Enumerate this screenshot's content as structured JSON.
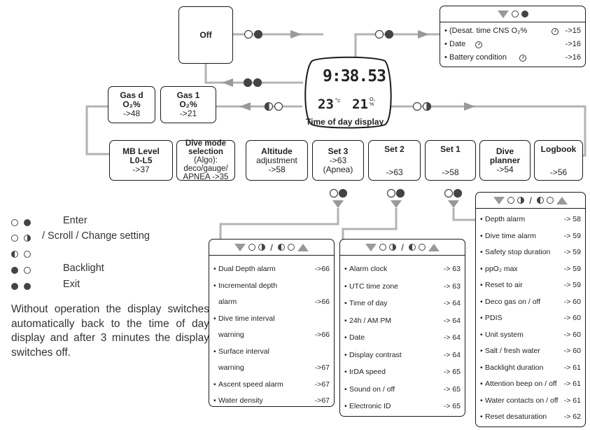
{
  "colors": {
    "line": "#b3b3b3",
    "arrow": "#999999",
    "border": "#1a1a1a"
  },
  "off_box": {
    "label": "Off"
  },
  "display": {
    "time": "9:38.53",
    "temp": "23",
    "temp_unit": "°c",
    "o2": "21",
    "o2_unit": "O₂ %",
    "caption": "Time of day display"
  },
  "top_panel": {
    "items": [
      {
        "label": "(Desat. time CNS O₂%",
        "icon": "clock-icon",
        "page": "->15"
      },
      {
        "label": "Date",
        "icon": "clock-icon",
        "page": "->16"
      },
      {
        "label": "Battery condition",
        "icon": "clock-icon",
        "page": "->16"
      }
    ]
  },
  "gas_boxes": [
    {
      "line1": "Gas d",
      "line2": "O₂%",
      "page": "->48"
    },
    {
      "line1": "Gas 1",
      "line2": "O₂%",
      "page": "->21"
    }
  ],
  "menu_boxes": [
    {
      "bold": "MB Level",
      "bold2": "L0-L5",
      "text": "",
      "page": "->37"
    },
    {
      "bold": "Dive mode",
      "bold2": "selection",
      "text": "(Algo): deco/gauge/ APNEA ->35",
      "page": ""
    },
    {
      "bold": "Altitude",
      "bold2": "",
      "text": "adjustment",
      "page": "->58"
    },
    {
      "bold": "Set 3",
      "bold2": "",
      "text": "->63",
      "page": "(Apnea)"
    },
    {
      "bold": "Set 2",
      "bold2": "",
      "text": "",
      "page": "->63"
    },
    {
      "bold": "Set 1",
      "bold2": "",
      "text": "",
      "page": "->58"
    },
    {
      "bold": "Dive",
      "bold2": "planner",
      "text": "",
      "page": "->54"
    },
    {
      "bold": "Logbook",
      "bold2": "",
      "text": "",
      "page": "->56"
    }
  ],
  "legend": [
    {
      "symbols": "enter",
      "label": "Enter"
    },
    {
      "symbols": "scroll",
      "label": "/  Scroll / Change setting"
    },
    {
      "symbols": "scroll2",
      "label": ""
    },
    {
      "symbols": "backlight",
      "label": "Backlight"
    },
    {
      "symbols": "exit",
      "label": "Exit"
    }
  ],
  "note": "Without operation the display switches automatically back to the time of day display and after 3 minutes the display switches off.",
  "set3_panel": {
    "items": [
      {
        "label": "Dual Depth alarm",
        "page": "->66",
        "bullet": true
      },
      {
        "label": "Incremental depth",
        "page": "",
        "bullet": true
      },
      {
        "label": "alarm",
        "page": "->66",
        "bullet": false
      },
      {
        "label": "Dive time interval",
        "page": "",
        "bullet": true
      },
      {
        "label": "warning",
        "page": "->66",
        "bullet": false
      },
      {
        "label": "Surface interval",
        "page": "",
        "bullet": true
      },
      {
        "label": "warning",
        "page": "->67",
        "bullet": false
      },
      {
        "label": "Ascent speed alarm",
        "page": "->67",
        "bullet": true
      },
      {
        "label": "Water density",
        "page": "->67",
        "bullet": true
      }
    ]
  },
  "set2_panel": {
    "items": [
      {
        "label": "Alarm clock",
        "page": "-> 63"
      },
      {
        "label": "UTC time zone",
        "page": "-> 63"
      },
      {
        "label": "Time of day",
        "page": "-> 64"
      },
      {
        "label": "24h / AM PM",
        "page": "-> 64"
      },
      {
        "label": "Date",
        "page": "-> 64"
      },
      {
        "label": "Display contrast",
        "page": "-> 64"
      },
      {
        "label": "IrDA speed",
        "page": "-> 65"
      },
      {
        "label": "Sound on / off",
        "page": "-> 65"
      },
      {
        "label": "Electronic ID",
        "page": "-> 65"
      }
    ]
  },
  "set1_panel": {
    "items": [
      {
        "label": "Depth alarm",
        "page": "-> 58"
      },
      {
        "label": "Dive time alarm",
        "page": "-> 59"
      },
      {
        "label": "Safety stop duration",
        "page": "-> 59"
      },
      {
        "label": "ppO₂ max",
        "page": "-> 59"
      },
      {
        "label": "Reset to air",
        "page": "-> 59"
      },
      {
        "label": "Deco gas on / off",
        "page": "-> 60"
      },
      {
        "label": "PDIS",
        "page": "-> 60"
      },
      {
        "label": "Unit system",
        "page": "-> 60"
      },
      {
        "label": "Salt / fresh water",
        "page": "-> 60"
      },
      {
        "label": "Backlight duration",
        "page": "-> 61"
      },
      {
        "label": "Attention beep on / off",
        "page": "-> 61"
      },
      {
        "label": "Water contacts on / off",
        "page": "-> 61"
      },
      {
        "label": "Reset desaturation",
        "page": "-> 62"
      }
    ]
  }
}
